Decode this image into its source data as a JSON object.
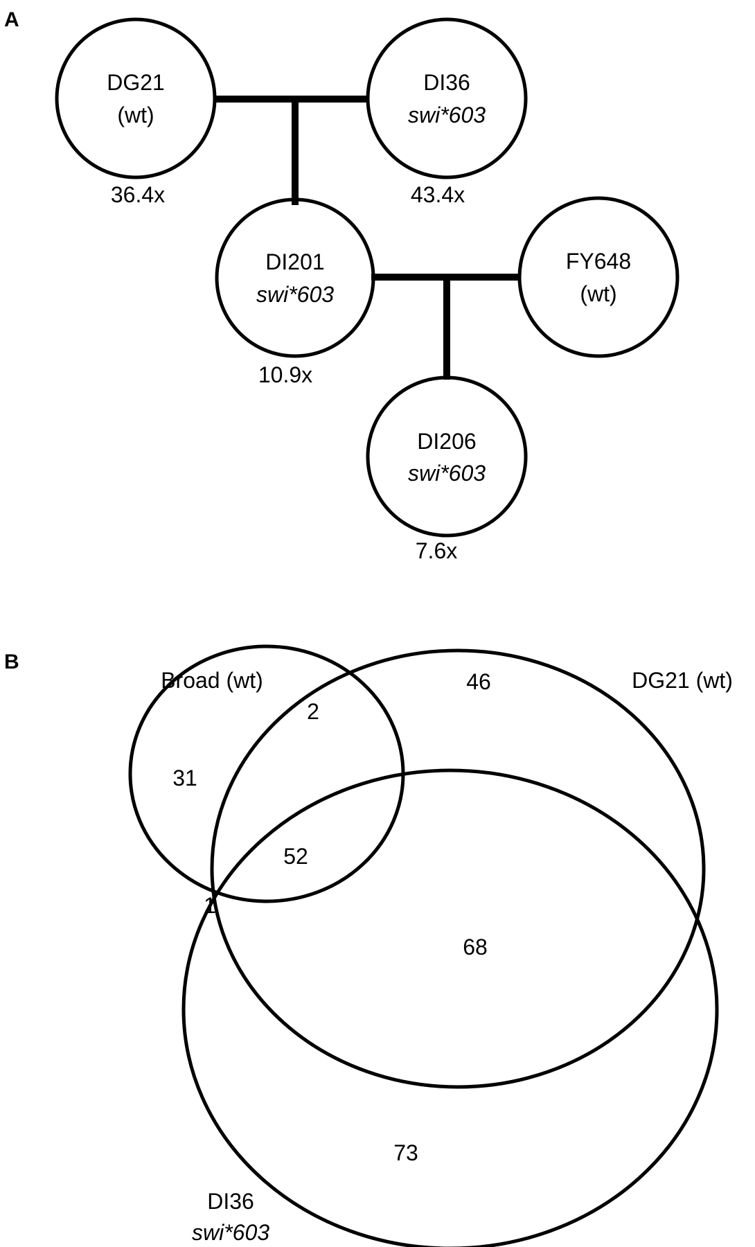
{
  "panel_a": {
    "label": "A",
    "strains": {
      "dg21": {
        "name": "DG21",
        "genotype": "(wt)",
        "coverage": "36.4x"
      },
      "di36": {
        "name": "DI36",
        "genotype": "swi*603",
        "coverage": "43.4x"
      },
      "di201": {
        "name": "DI201",
        "genotype": "swi*603",
        "coverage": "10.9x"
      },
      "fy648": {
        "name": "FY648",
        "genotype": "(wt)"
      },
      "di206": {
        "name": "DI206",
        "genotype": "swi*603",
        "coverage": "7.6x"
      }
    }
  },
  "panel_b": {
    "label": "B",
    "sets": {
      "broad": {
        "label": "Broad (wt)"
      },
      "dg21": {
        "label": "DG21 (wt)"
      },
      "di36": {
        "label": "DI36",
        "genotype": "swi*603"
      }
    },
    "regions": {
      "broad_only": "31",
      "broad_dg21": "2",
      "all_three": "52",
      "broad_di36": "1",
      "dg21_only": "46",
      "dg21_di36": "68",
      "di36_only": "73"
    }
  },
  "colors": {
    "line": "#000000",
    "background": "#ffffff"
  }
}
